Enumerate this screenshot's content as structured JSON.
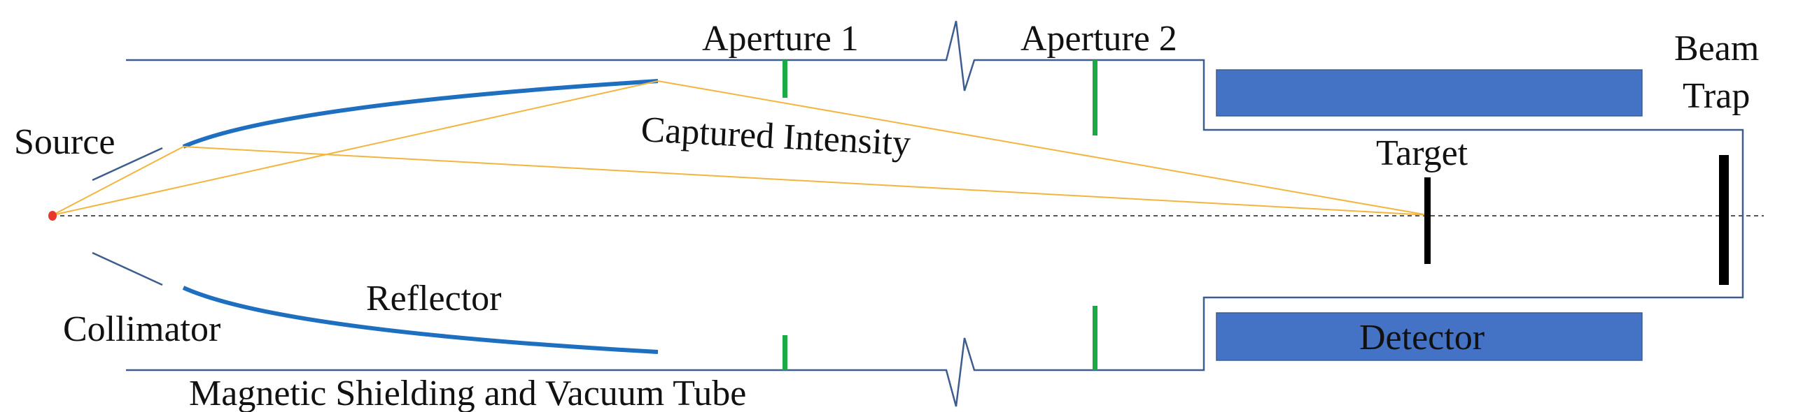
{
  "labels": {
    "aperture_1": "Aperture 1",
    "aperture_2": "Aperture 2",
    "beam": "Beam",
    "trap": "Trap",
    "source": "Source",
    "captured_intensity": "Captured Intensity",
    "target": "Target",
    "reflector": "Reflector",
    "collimator": "Collimator",
    "detector": "Detector",
    "tube": "Magnetic Shielding and Vacuum Tube"
  },
  "colors": {
    "tube_line": "#3e5d8f",
    "reflector": "#1f6fc1",
    "rays": "#f4b53f",
    "aperture": "#1aab45",
    "detector_fill": "#4472c4",
    "source_dot": "#e8382b",
    "axis": "#555555",
    "target": "#000000"
  }
}
